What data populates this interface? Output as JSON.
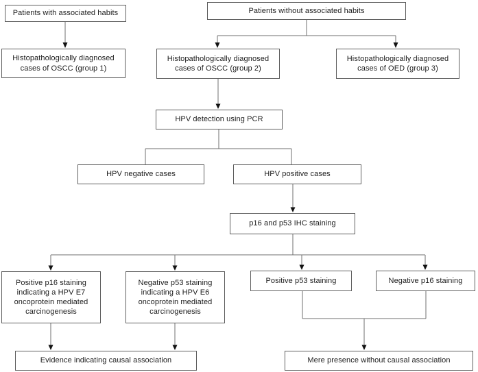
{
  "diagram": {
    "type": "flowchart",
    "background": "#ffffff",
    "colors": {
      "box_border": "#5c5c5c",
      "box_fill": "#ffffff",
      "text": "#1c1c1c",
      "line": "#6f6f6f",
      "arrowhead": "#121212"
    },
    "nodes": {
      "habits": {
        "label": "Patients with associated habits"
      },
      "no_habits": {
        "label": "Patients without associated habits"
      },
      "group1": {
        "label": "Histopathologically diagnosed cases of OSCC (group 1)"
      },
      "group2": {
        "label": "Histopathologically diagnosed cases of OSCC (group 2)"
      },
      "group3": {
        "label": "Histopathologically diagnosed cases of OED (group 3)"
      },
      "pcr": {
        "label": "HPV detection using PCR"
      },
      "hpv_negative": {
        "label": "HPV negative cases"
      },
      "hpv_positive": {
        "label": "HPV positive cases"
      },
      "ihc": {
        "label": "p16 and p53 IHC staining"
      },
      "p16_positive": {
        "label": "Positive p16 staining indicating a HPV E7 oncoprotein mediated carcinogenesis"
      },
      "p53_negative": {
        "label": "Negative p53 staining indicating a HPV E6 oncoprotein mediated carcinogenesis"
      },
      "p53_positive": {
        "label": "Positive p53 staining"
      },
      "p16_negative": {
        "label": "Negative p16 staining"
      },
      "evidence": {
        "label": "Evidence indicating causal association"
      },
      "mere": {
        "label": "Mere presence without causal association"
      }
    },
    "edges": [
      {
        "from": "habits",
        "to": "group1",
        "arrow": true
      },
      {
        "from": "no_habits",
        "to": "group2",
        "arrow": true
      },
      {
        "from": "no_habits",
        "to": "group3",
        "arrow": true
      },
      {
        "from": "group2",
        "to": "pcr",
        "arrow": true
      },
      {
        "from": "pcr",
        "to": "hpv_negative",
        "arrow": false
      },
      {
        "from": "pcr",
        "to": "hpv_positive",
        "arrow": false
      },
      {
        "from": "hpv_positive",
        "to": "ihc",
        "arrow": true
      },
      {
        "from": "ihc",
        "to": "p16_positive",
        "arrow": true
      },
      {
        "from": "ihc",
        "to": "p53_negative",
        "arrow": true
      },
      {
        "from": "ihc",
        "to": "p53_positive",
        "arrow": true
      },
      {
        "from": "ihc",
        "to": "p16_negative",
        "arrow": true
      },
      {
        "from": "p16_positive",
        "to": "evidence",
        "arrow": true
      },
      {
        "from": "p53_negative",
        "to": "evidence",
        "arrow": true
      },
      {
        "from": "p53_positive",
        "to": "mere",
        "arrow": true
      },
      {
        "from": "p16_negative",
        "to": "mere",
        "arrow": true
      }
    ]
  }
}
